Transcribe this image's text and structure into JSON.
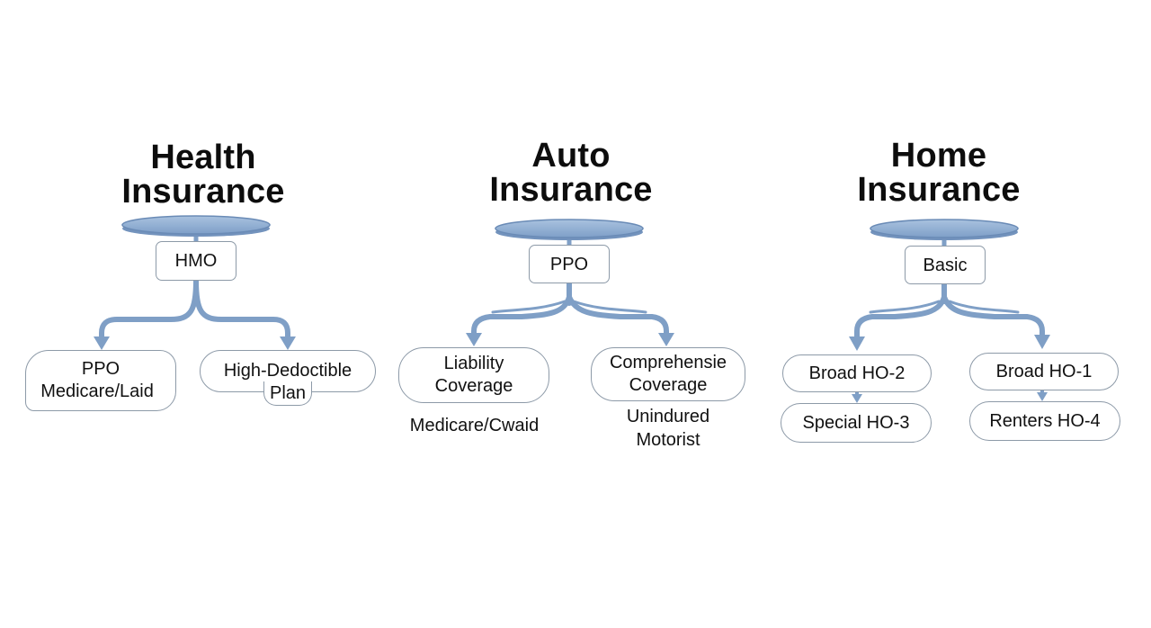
{
  "colors": {
    "connector": "#7f9fc6",
    "disc_fill": "#8fafd3",
    "disc_stroke": "#7090b8",
    "box_border": "#8d9aa8",
    "text": "#111111"
  },
  "icons": [
    "disc-icon",
    "arrow-icon"
  ],
  "health": {
    "title_line1": "Health",
    "title_line2": "Insurance",
    "root": "HMO",
    "left_line1": "PPO",
    "left_line2": "Medicare/Laid",
    "right_line1": "High-Dedoctible",
    "right_line2": "Plan"
  },
  "auto": {
    "title_line1": "Auto",
    "title_line2": "Insurance",
    "root": "PPO",
    "left_line1": "Liability",
    "left_line2": "Coverage",
    "right_line1": "Comprehensie",
    "right_line2": "Coverage",
    "below_left": "Medicare/Cwaid",
    "below_right_line1": "Unindured",
    "below_right_line2": "Motorist"
  },
  "home": {
    "title_line1": "Home",
    "title_line2": "Insurance",
    "root": "Basic",
    "left_top": "Broad HO-2",
    "left_bottom": "Special HO-3",
    "right_top": "Broad HO-1",
    "right_bottom": "Renters HO-4"
  }
}
